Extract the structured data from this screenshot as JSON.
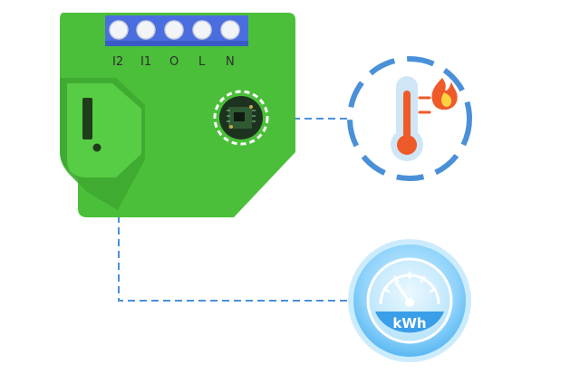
{
  "device": {
    "terminals": [
      "I2",
      "I1",
      "O",
      "L",
      "N"
    ],
    "body_color": "#4bbf3a",
    "terminal_color": "#4a6ee0"
  },
  "features": {
    "temperature": {
      "icon": "thermometer-fire-icon",
      "accent": "#ef5a2a"
    },
    "energy": {
      "icon": "kwh-meter-icon",
      "label": "kWh",
      "accent": "#3a9ee8"
    }
  },
  "connector_color": "#4a90d9"
}
